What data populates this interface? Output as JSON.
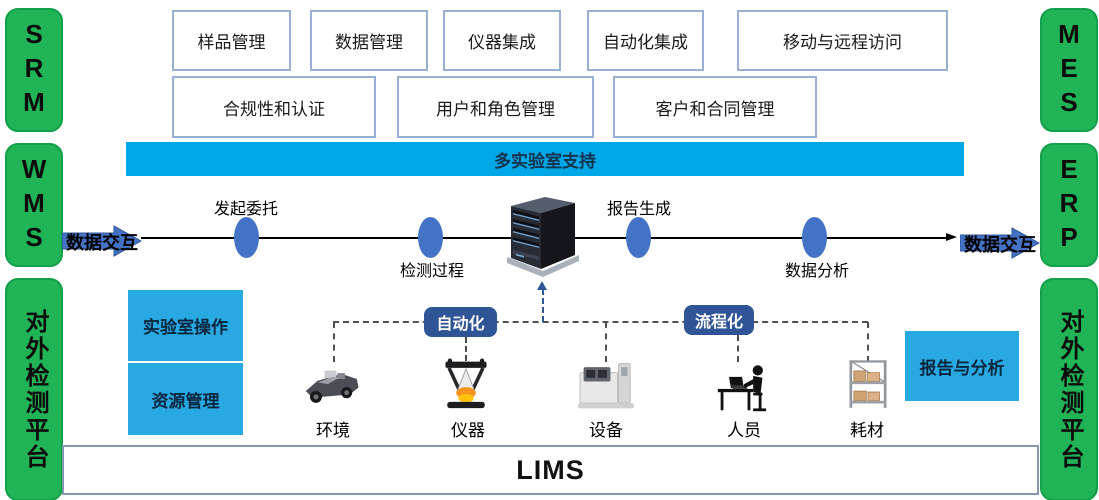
{
  "sides": {
    "left": [
      "SRM",
      "WMS",
      "对外检测平台"
    ],
    "right": [
      "MES",
      "ERP",
      "对外检测平台"
    ]
  },
  "top_modules": {
    "row1": [
      "样品管理",
      "数据管理",
      "仪器集成",
      "自动化集成",
      "移动与远程访问"
    ],
    "row2": [
      "合规性和认证",
      "用户和角色管理",
      "客户和合同管理"
    ]
  },
  "banner": {
    "label": "多实验室支持"
  },
  "flow": {
    "left_io": "数据交互",
    "right_io": "数据交互",
    "stages": [
      {
        "label": "发起委托"
      },
      {
        "label": "检测过程"
      },
      {
        "label": "报告生成"
      },
      {
        "label": "数据分析"
      }
    ],
    "center_icon": "server-icon"
  },
  "pills": [
    {
      "label": "自动化"
    },
    {
      "label": "流程化"
    }
  ],
  "panels": {
    "left": [
      {
        "label": "实验室操作"
      },
      {
        "label": "资源管理"
      }
    ],
    "right": {
      "label": "报告与分析"
    }
  },
  "resources": [
    {
      "label": "环境",
      "icon": "vehicle-icon"
    },
    {
      "label": "仪器",
      "icon": "delta-robot-icon"
    },
    {
      "label": "设备",
      "icon": "analyzer-machine-icon"
    },
    {
      "label": "人员",
      "icon": "person-at-desk-icon"
    },
    {
      "label": "耗材",
      "icon": "storage-rack-icon"
    }
  ],
  "footer": {
    "label": "LIMS"
  },
  "colors": {
    "green": "#20B456",
    "banner_cyan": "#00A7E6",
    "panel_cyan": "#29A9E2",
    "node_blue": "#4472C4",
    "pill_blue": "#2F5597"
  }
}
